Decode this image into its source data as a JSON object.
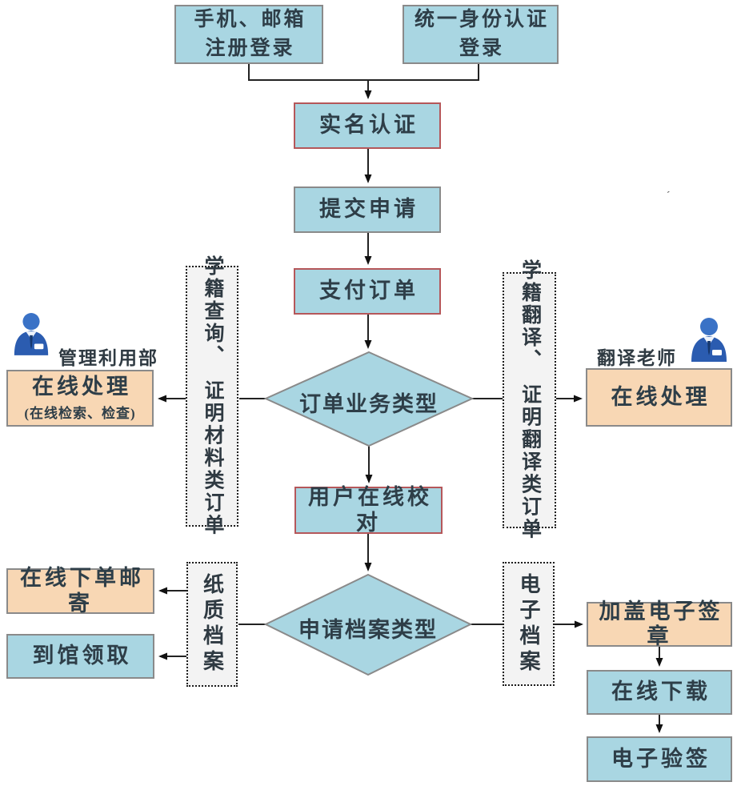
{
  "colors": {
    "blue_fill": "#a9d6e2",
    "orange_fill": "#f8d7b4",
    "dashed_fill": "#f3f3f3",
    "red_border": "#b5575a",
    "gray_border": "#8a8a8a",
    "text_color": "#2e3e48",
    "line_color": "#222222",
    "person_blue": "#2b5cb0"
  },
  "nodes": {
    "phone_login": {
      "line1": "手机、邮箱",
      "line2": "注册登录"
    },
    "unified_login": {
      "line1": "统一身份认证",
      "line2": "登录"
    },
    "realname": {
      "label": "实名认证"
    },
    "submit": {
      "label": "提交申请"
    },
    "pay": {
      "label": "支付订单"
    },
    "order_type": {
      "label": "订单业务类型"
    },
    "proofread": {
      "label": "用户在线校对"
    },
    "archive_type": {
      "label": "申请档案类型"
    },
    "query_orders": {
      "label": "学籍查询、　证明材料类订单"
    },
    "translate_orders": {
      "label": "学籍翻译、　证明翻译类订单"
    },
    "online_left": {
      "label": "在线处理",
      "sublabel": "(在线检索、检查)"
    },
    "online_right": {
      "label": "在线处理"
    },
    "mail": {
      "label": "在线下单邮寄"
    },
    "pickup": {
      "label": "到馆领取"
    },
    "paper": {
      "label": "纸质档案"
    },
    "electronic": {
      "label": "电子档案"
    },
    "seal": {
      "label": "加盖电子签章"
    },
    "download": {
      "label": "在线下载"
    },
    "verify": {
      "label": "电子验签"
    }
  },
  "labels": {
    "admin_dept": "管理利用部",
    "translator": "翻译老师"
  },
  "icons": {
    "admin": "person-icon",
    "translator": "person-icon"
  }
}
